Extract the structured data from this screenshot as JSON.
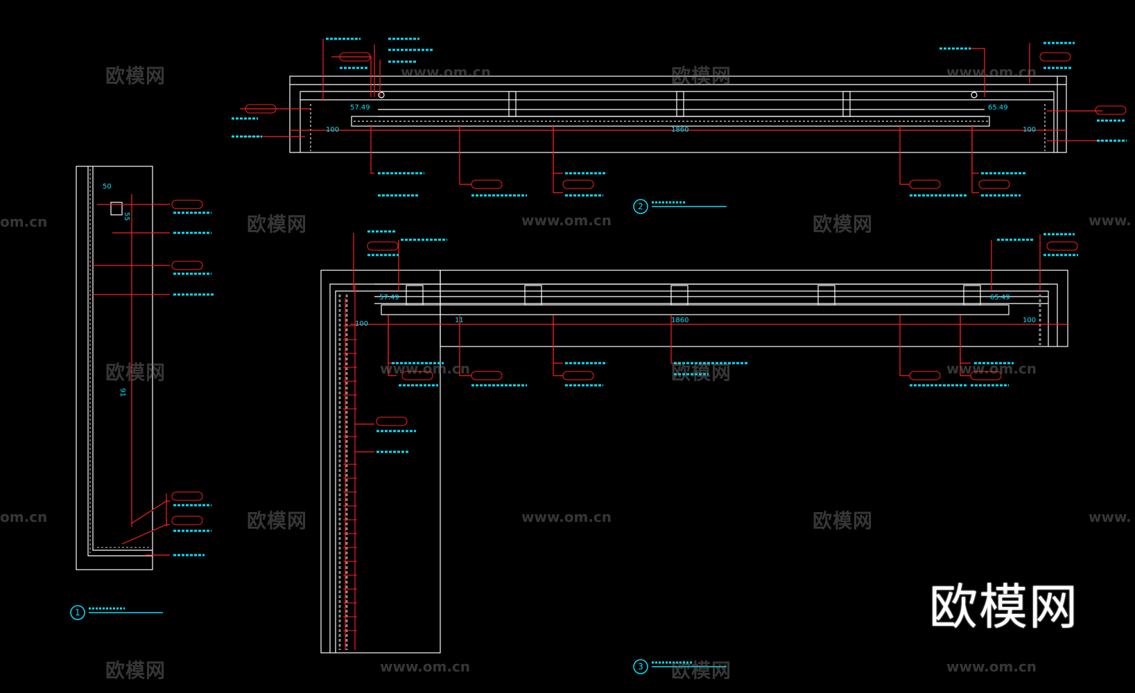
{
  "watermark": {
    "brand": "欧模网",
    "url": "www.om.cn",
    "url_short": "om.cn",
    "url_cut": "www."
  },
  "colors": {
    "background": "#000000",
    "outline": "#ffffff",
    "leader": "#ff2020",
    "annotation": "#00e5ff",
    "hatch": "#8a8a8a"
  },
  "drawings": [
    {
      "number": "1"
    },
    {
      "number": "2"
    },
    {
      "number": "3"
    }
  ],
  "dims": {
    "d100": "100",
    "d50": "50",
    "d1860": "1860",
    "d11": "11",
    "d91": "91",
    "d55": "55",
    "d5749": "57.49",
    "d6549": "65.49"
  }
}
